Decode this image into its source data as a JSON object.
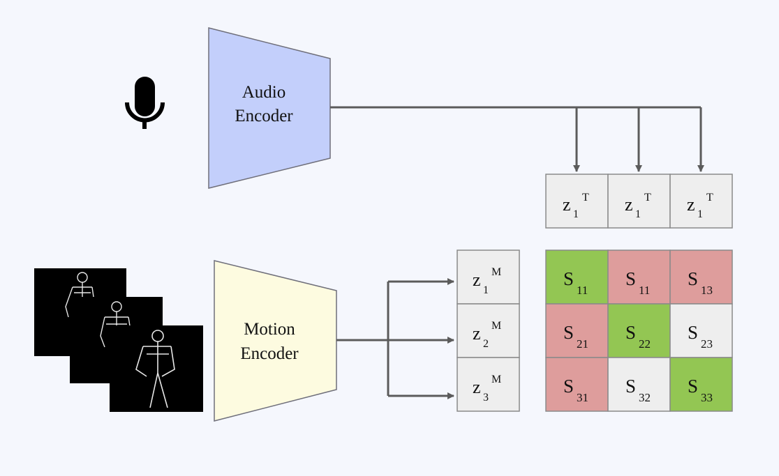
{
  "audio_encoder": {
    "line1": "Audio",
    "line2": "Encoder"
  },
  "motion_encoder": {
    "line1": "Motion",
    "line2": "Encoder"
  },
  "text_embeddings": [
    {
      "base": "z",
      "sub": "1",
      "sup": "T"
    },
    {
      "base": "z",
      "sub": "1",
      "sup": "T"
    },
    {
      "base": "z",
      "sub": "1",
      "sup": "T"
    }
  ],
  "motion_embeddings": [
    {
      "base": "z",
      "sub": "1",
      "sup": "M"
    },
    {
      "base": "z",
      "sub": "2",
      "sup": "M"
    },
    {
      "base": "z",
      "sub": "3",
      "sup": "M"
    }
  ],
  "similarity_matrix": {
    "cells": [
      [
        {
          "base": "S",
          "sub": "11",
          "state": "match"
        },
        {
          "base": "S",
          "sub": "11",
          "state": "mismatch"
        },
        {
          "base": "S",
          "sub": "13",
          "state": "mismatch"
        }
      ],
      [
        {
          "base": "S",
          "sub": "21",
          "state": "mismatch"
        },
        {
          "base": "S",
          "sub": "22",
          "state": "match"
        },
        {
          "base": "S",
          "sub": "23",
          "state": "neutral"
        }
      ],
      [
        {
          "base": "S",
          "sub": "31",
          "state": "mismatch"
        },
        {
          "base": "S",
          "sub": "32",
          "state": "neutral"
        },
        {
          "base": "S",
          "sub": "33",
          "state": "match"
        }
      ]
    ]
  },
  "colors": {
    "background": "#f5f7fd",
    "audio_encoder": "#c3cffb",
    "motion_encoder": "#fdfbe0",
    "cell_neutral": "#eeeeee",
    "cell_match": "#93c653",
    "cell_mismatch": "#de9d9c",
    "arrow": "#5b5b5b",
    "border": "#8a8a8a"
  },
  "icons": {
    "microphone": "microphone-icon",
    "frames": "skeleton-frame"
  }
}
